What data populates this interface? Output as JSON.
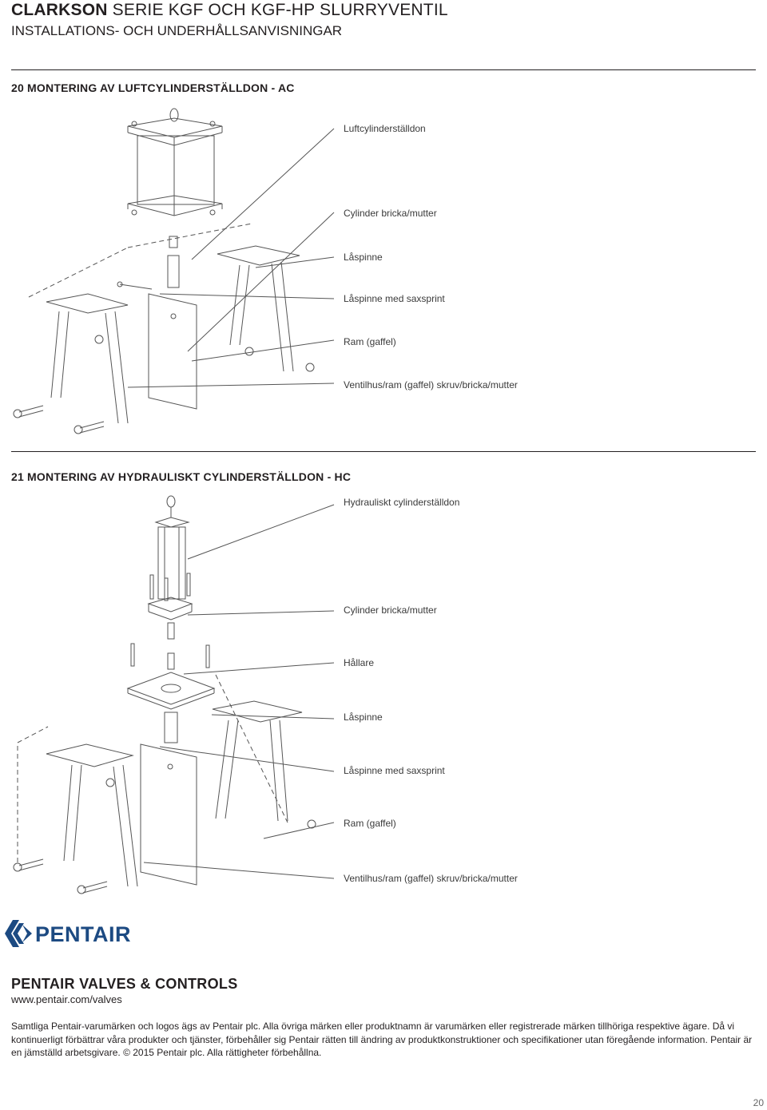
{
  "header": {
    "brand": "CLARKSON",
    "series": "SERIE KGF OCH KGF-HP SLURRYVENTIL",
    "subtitle": "INSTALLATIONS- OCH UNDERHÅLLSANVISNINGAR"
  },
  "section20": {
    "title": "20 MONTERING AV LUFTCYLINDERSTÄLLDON - AC",
    "labels": [
      "Luftcylinderställdon",
      "Cylinder bricka/mutter",
      "Låspinne",
      "Låspinne med saxsprint",
      "Ram (gaffel)",
      "Ventilhus/ram (gaffel) skruv/bricka/mutter"
    ]
  },
  "section21": {
    "title": "21 MONTERING AV HYDRAULISKT CYLINDERSTÄLLDON - HC",
    "labels": [
      "Hydrauliskt cylinderställdon",
      "Cylinder bricka/mutter",
      "Hållare",
      "Låspinne",
      "Låspinne med saxsprint",
      "Ram (gaffel)",
      "Ventilhus/ram (gaffel) skruv/bricka/mutter"
    ]
  },
  "footer": {
    "logo_text": "PENTAIR",
    "company": "PENTAIR VALVES & CONTROLS",
    "url": "www.pentair.com/valves",
    "legal": "Samtliga Pentair-varumärken och logos ägs av Pentair plc. Alla övriga märken eller produktnamn är varumärken eller registrerade märken tillhöriga respektive ägare. Då vi kontinuerligt förbättrar våra produkter och tjänster, förbehåller sig Pentair rätten till ändring av produktkonstruktioner och specifikationer utan föregående information. Pentair är en jämställd arbetsgivare. © 2015 Pentair plc. Alla rättigheter förbehållna.",
    "page_number": "20"
  },
  "colors": {
    "text": "#231f20",
    "logo_blue": "#1c4a82",
    "drawing_line": "#555555"
  }
}
